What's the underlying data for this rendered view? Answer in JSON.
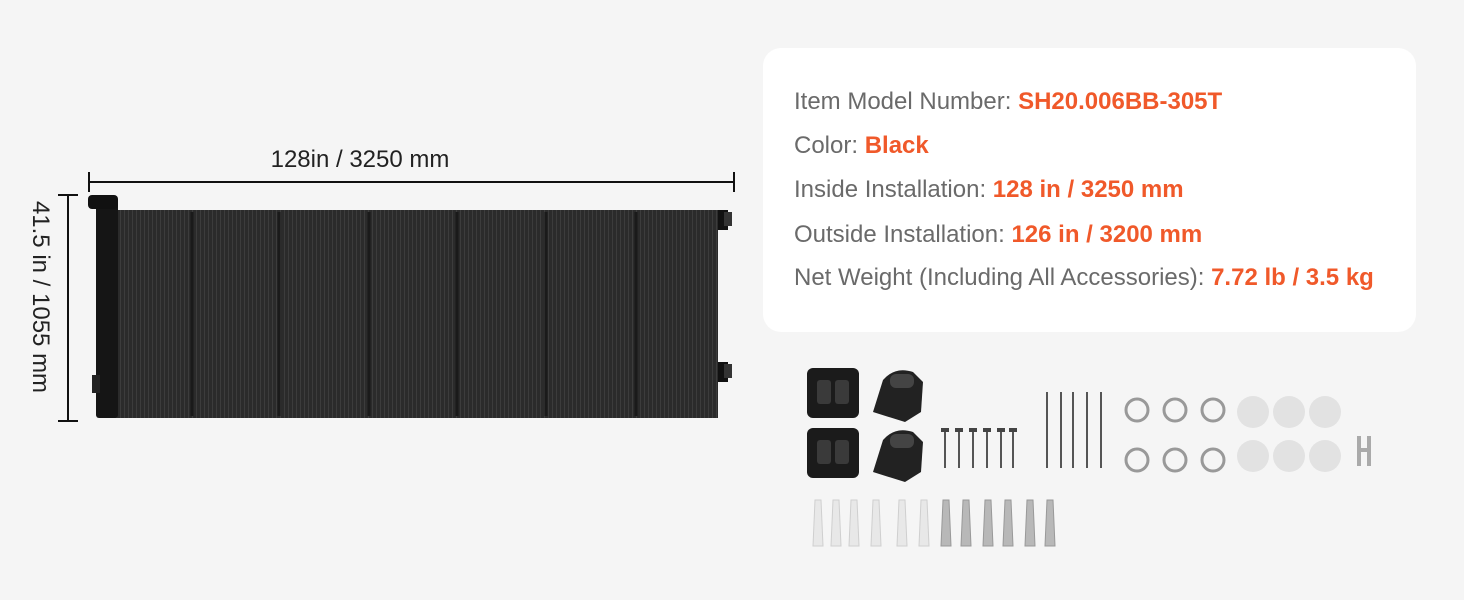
{
  "dimensions": {
    "width_label": "128in / 3250 mm",
    "height_label": "41.5 in / 1055 mm"
  },
  "specs": {
    "model": {
      "label": "Item Model Number: ",
      "value": "SH20.006BB-305T"
    },
    "color": {
      "label": "Color: ",
      "value": "Black"
    },
    "inside": {
      "label": "Inside Installation: ",
      "value": "128 in / 3250 mm"
    },
    "outside": {
      "label": "Outside Installation: ",
      "value": "126 in / 3200 mm"
    },
    "weight": {
      "label": "Net Weight (Including All Accessories): ",
      "value": "7.72 lb / 3.5 kg"
    }
  },
  "colors": {
    "accent": "#f0592a",
    "label": "#6a6a6a",
    "gate": "#2a2a2a"
  }
}
